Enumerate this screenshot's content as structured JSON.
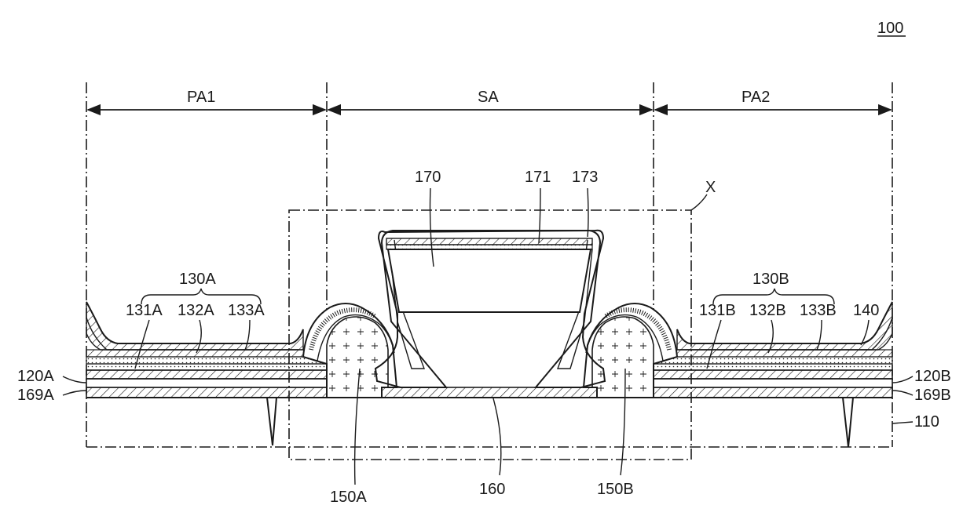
{
  "figure_number": "100",
  "regions": {
    "pa1": "PA1",
    "sa": "SA",
    "pa2": "PA2"
  },
  "detail_label": "X",
  "labels": {
    "l170": "170",
    "l171": "171",
    "l173": "173",
    "l130a": "130A",
    "l131a": "131A",
    "l132a": "132A",
    "l133a": "133A",
    "l130b": "130B",
    "l131b": "131B",
    "l132b": "132B",
    "l133b": "133B",
    "l140": "140",
    "l120a": "120A",
    "l169a": "169A",
    "l120b": "120B",
    "l169b": "169B",
    "l110": "110",
    "l150a": "150A",
    "l160": "160",
    "l150b": "150B"
  },
  "colors": {
    "line": "#1a1a1a",
    "background": "#ffffff"
  }
}
